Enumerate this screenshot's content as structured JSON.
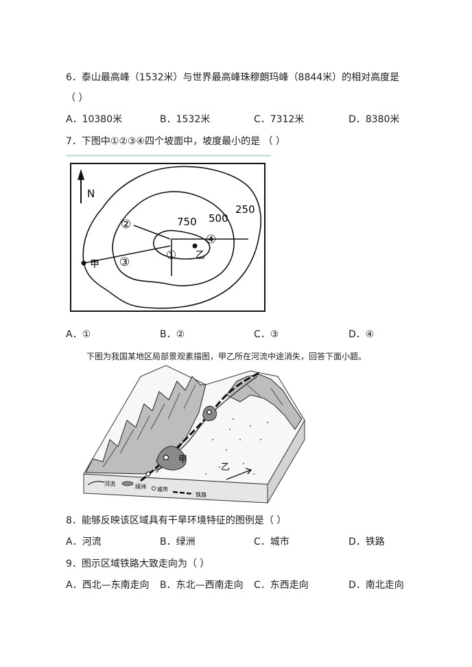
{
  "q6": {
    "stem": "6．泰山最高峰（1532米）与世界最高峰珠穆朗玛峰（8844米）的相对高度是",
    "paren": "（    ）",
    "options": [
      "A．10380米",
      "B．1532米",
      "C．7312米",
      "D．8380米"
    ]
  },
  "q7": {
    "stem": "7．下图中①②③④四个坡面中，坡度最小的是 （    ）",
    "options": [
      "A．①",
      "B．②",
      "C．③",
      "D．④"
    ],
    "map": {
      "north": "N",
      "contours": [
        "250",
        "500",
        "750"
      ],
      "slopes": [
        "①",
        "②",
        "③",
        "④"
      ],
      "point_jia": "甲",
      "point_yi": "乙"
    }
  },
  "context": {
    "caption": "下图为我国某地区局部景观素描图，甲乙所在河流中途消失，回答下面小题。",
    "diagram": {
      "label_jia": "甲",
      "label_yi": "乙",
      "legend": [
        "河流",
        "绿洲",
        "城市",
        "铁路"
      ]
    }
  },
  "q8": {
    "stem": "8．能够反映该区域具有干旱环境特征的图例是（    ）",
    "options": [
      "A．河流",
      "B．绿洲",
      "C．城市",
      "D．铁路"
    ]
  },
  "q9": {
    "stem": "9．图示区域铁路大致走向为（    ）",
    "options": [
      "A．西北—东南走向",
      "B．东北—西南走向",
      "C．东西走向",
      "D．南北走向"
    ]
  }
}
